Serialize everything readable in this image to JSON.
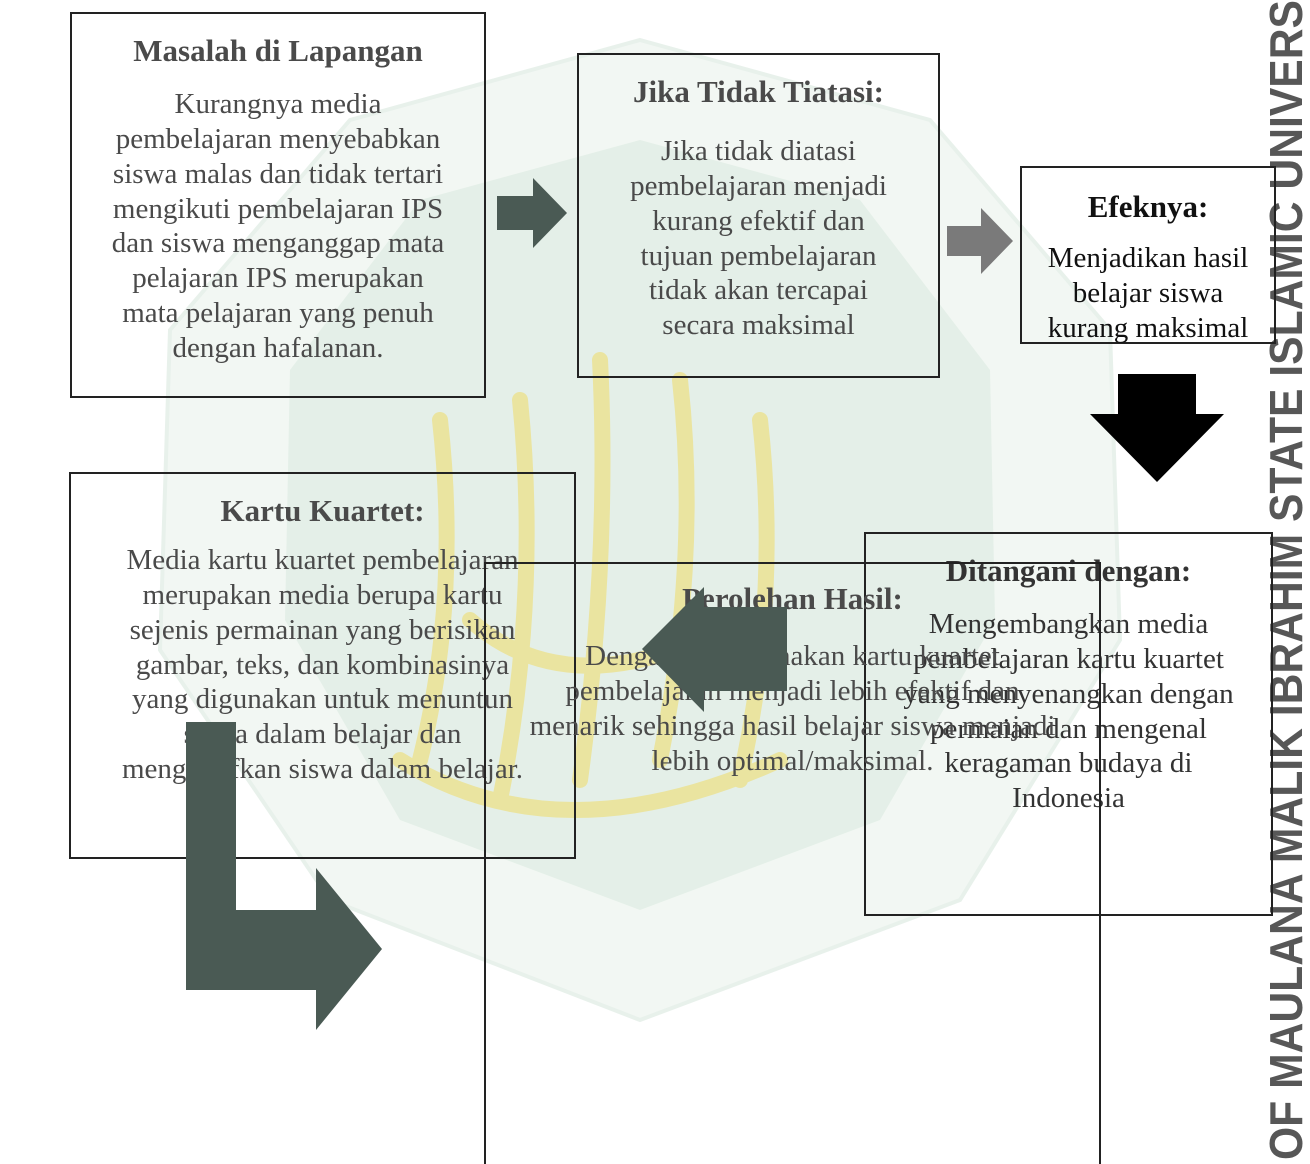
{
  "watermark": {
    "side_text": "OF MAULANA MALIK IBRAHIM STATE ISLAMIC UNIVERS"
  },
  "boxes": {
    "masalah": {
      "title": "Masalah di Lapangan",
      "lines": [
        "Kurangnya media",
        "pembelajaran menyebabkan",
        "siswa malas dan tidak tertari",
        "mengikuti pembelajaran IPS",
        "dan siswa menganggap mata",
        "pelajaran IPS merupakan",
        "mata pelajaran yang penuh",
        "dengan hafalanan."
      ]
    },
    "jika": {
      "title": "Jika Tidak Tiatasi:",
      "lines": [
        "Jika tidak diatasi",
        "pembelajaran menjadi",
        "kurang efektif dan",
        "tujuan pembelajaran",
        "tidak akan tercapai",
        "secara maksimal"
      ]
    },
    "efek": {
      "title": "Efeknya:",
      "lines": [
        "Menjadikan hasil",
        "belajar siswa",
        "kurang maksimal"
      ]
    },
    "kartu": {
      "title": "Kartu Kuartet:",
      "lines": [
        "Media kartu kuartet pembelajaran",
        "merupakan media berupa kartu",
        "sejenis permainan yang berisikan",
        "gambar, teks, dan kombinasinya",
        "yang digunakan untuk menuntun",
        "siswa dalam belajar dan",
        "mengaktifkan siswa dalam belajar."
      ]
    },
    "ditangani": {
      "title": "Ditangani dengan:",
      "lines": [
        "Mengembangkan media",
        "pembelajaran kartu kuartet",
        "yang menyenangkan dengan",
        "permaian dan mengenal",
        "keragaman budaya di",
        "Indonesia"
      ]
    },
    "perolehan": {
      "title": "Perolehan Hasil:",
      "lines": [
        "Dengan menggunakan kartu kuartet",
        "pembelajaran menjadi lebih efektif dan",
        "menarik sehingga hasil belajar siswa menjadi",
        "lebih optimal/maksimal."
      ]
    }
  },
  "colors": {
    "arrow_dark": "#4a5a54",
    "arrow_gray": "#7a7a7a",
    "arrow_black": "#000000",
    "watermark_green": "#2f7f50",
    "watermark_yellow": "#f2d84a",
    "side_text": "#3a3a3a"
  }
}
